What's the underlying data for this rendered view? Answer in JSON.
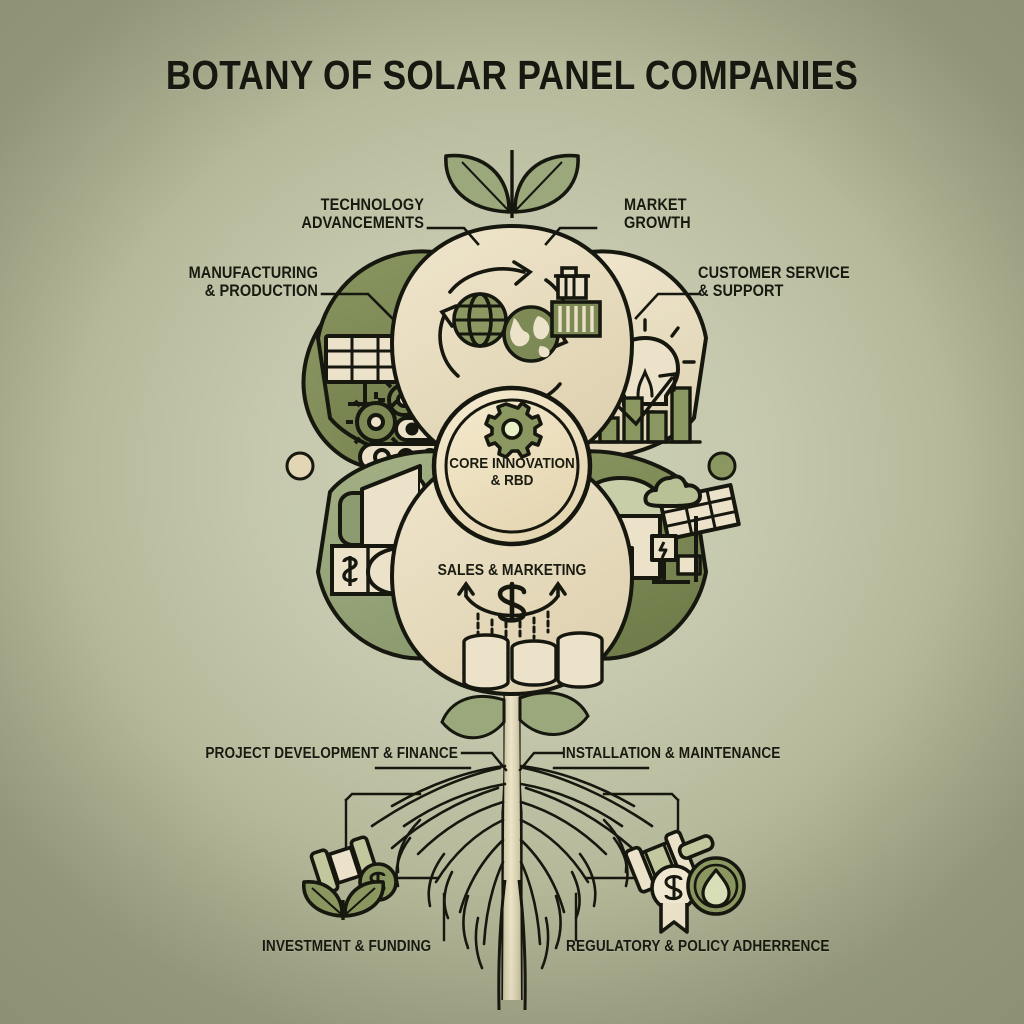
{
  "page": {
    "title": "BOTANY OF SOLAR PANEL COMPANIES",
    "background_color": "#a8ab8d",
    "center_glow_color": "#cdd0b5",
    "ink_color": "#17180f"
  },
  "colors": {
    "petal_dark_olive": "#7d8a56",
    "petal_sage": "#9aa87c",
    "petal_cream": "#e4d8bc",
    "petal_cream_light": "#ece2ca",
    "core_cream": "#efe3c6",
    "outline": "#16170e",
    "leaf_green": "#9aa87c",
    "dot_olive": "#8b9760",
    "dot_cream": "#e2d6b4"
  },
  "center": {
    "label": "CORE INNOVATION\n& RBD",
    "icon": "gear-icon"
  },
  "sprout": {
    "icon": "two-leaf-sprout-icon"
  },
  "petals": [
    {
      "id": "technology-advancements",
      "label": "TECHNOLOGY\nADVANCEMENTS",
      "fill": "#e9dfc4",
      "icon": "global-supply-cycle-icon",
      "icon_parts": [
        "globe-grid-icon",
        "earth-icon",
        "shipping-container-icon",
        "circular-arrows-icon"
      ],
      "position": "top",
      "label_side": "left"
    },
    {
      "id": "market-growth",
      "label": "MARKET\nGROWTH",
      "fill": "#e9dfc4",
      "icon": "lightbulb-growth-chart-icon",
      "icon_parts": [
        "lightbulb-icon",
        "bar-chart-icon",
        "trend-arrow-up-icon"
      ],
      "position": "top",
      "label_side": "right"
    },
    {
      "id": "manufacturing-production",
      "label": "MANUFACTURING\n& PRODUCTION",
      "fill": "#7d8a56",
      "icon": "solar-panel-conveyor-icon",
      "icon_parts": [
        "solar-panel-icon",
        "gear-icon",
        "conveyor-belt-icon"
      ],
      "position": "left-upper",
      "label_side": "left"
    },
    {
      "id": "customer-service-support",
      "label": "CUSTOMER SERVICE\n& SUPPORT",
      "fill": "#ece2ca",
      "icon": "lightbulb-growth-chart-icon",
      "icon_parts": [
        "lightbulb-icon",
        "bar-chart-icon",
        "trend-arrow-up-icon"
      ],
      "position": "right-upper",
      "label_side": "right"
    },
    {
      "id": "marketing-outreach",
      "label": "",
      "fill": "#9aa87c",
      "icon": "megaphone-icon",
      "icon_parts": [
        "megaphone-icon",
        "invoice-dollar-icon",
        "speech-bubble-icon"
      ],
      "position": "left-lower",
      "label_side": "none"
    },
    {
      "id": "residential-solar",
      "label": "",
      "fill": "#7d8a56",
      "icon": "house-solar-roof-icon",
      "icon_parts": [
        "house-icon",
        "solar-panel-roof-icon",
        "cloud-icon",
        "meter-box-icon"
      ],
      "position": "right-lower",
      "label_side": "none"
    },
    {
      "id": "sales-marketing",
      "label": "SALES & MARKETING",
      "fill": "#e9dfc4",
      "icon": "coin-stacks-growth-icon",
      "icon_parts": [
        "coin-stack-icon",
        "dollar-sign-icon",
        "arrow-up-icon"
      ],
      "position": "bottom",
      "label_side": "inside"
    }
  ],
  "roots": [
    {
      "id": "project-development-finance",
      "label": "PROJECT DEVELOPMENT & FINANCE",
      "side": "left",
      "tier": "upper"
    },
    {
      "id": "installation-maintenance",
      "label": "INSTALLATION & MAINTENANCE",
      "side": "right",
      "tier": "upper"
    },
    {
      "id": "investment-funding",
      "label": "INVESTMENT & FUNDING",
      "side": "left",
      "tier": "lower",
      "icon": "seedling-coin-icon",
      "icon_parts": [
        "money-roll-icon",
        "dollar-coin-icon",
        "seedling-icon"
      ]
    },
    {
      "id": "regulatory-policy-adherrence",
      "label": "REGULATORY & POLICY ADHERRENCE",
      "side": "right",
      "tier": "lower",
      "icon": "gavel-compliance-icon",
      "icon_parts": [
        "gavel-icon",
        "dollar-badge-ribbon-icon",
        "water-drop-coin-icon"
      ]
    }
  ],
  "decorative_dots": [
    {
      "id": "dot-top-left",
      "color": "#8b9760"
    },
    {
      "id": "dot-top-right",
      "color": "#e2d6b4"
    },
    {
      "id": "dot-mid-left",
      "color": "#e2d6b4"
    },
    {
      "id": "dot-mid-right",
      "color": "#8b9760"
    },
    {
      "id": "dot-bottom-left",
      "color": "#8b9760"
    },
    {
      "id": "dot-bottom-right",
      "color": "#e2d6b4"
    }
  ]
}
